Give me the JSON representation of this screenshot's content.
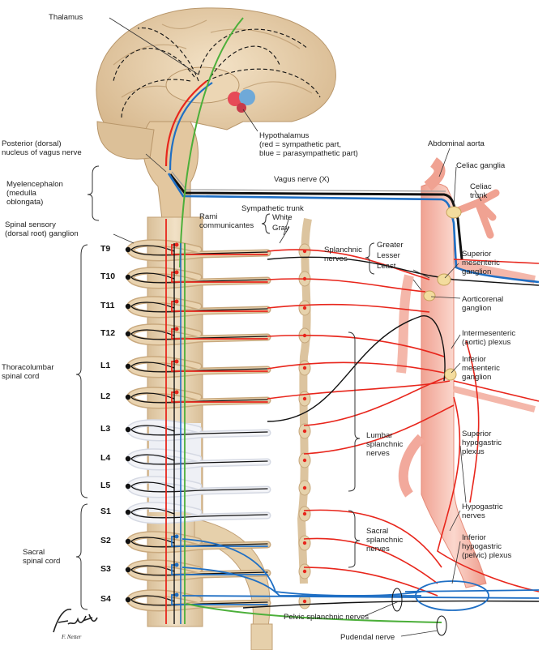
{
  "labels": {
    "thalamus": "Thalamus",
    "hypothalamus": "Hypothalamus\n(red = sympathetic part,\nblue = parasympathetic part)",
    "posterior_nucleus": "Posterior (dorsal)\nnucleus of vagus nerve",
    "abdominal_aorta": "Abdominal aorta",
    "celiac_ganglia": "Celiac ganglia",
    "celiac_trunk": "Celiac\ntrunk",
    "myelencephalon": "Myelencephalon\n(medulla\noblongata)",
    "vagus": "Vagus nerve (X)",
    "sympathetic_trunk": "Sympathetic trunk",
    "rami": "Rami\ncommunicantes",
    "white": "White",
    "gray": "Gray",
    "spinal_sensory": "Spinal sensory\n(dorsal root) ganglion",
    "splanchnic": "Splanchnic\nnerves",
    "greater": "Greater",
    "lesser": "Lesser",
    "least": "Least",
    "superior_mesenteric": "Superior\nmesenteric\nganglion",
    "aorticorenal": "Aorticorenal\nganglion",
    "intermesenteric": "Intermesenteric\n(aortic) plexus",
    "inferior_mesenteric": "Inferior\nmesenteric\nganglion",
    "thoracolumbar": "Thoracolumbar\nspinal cord",
    "lumbar_splanchnic": "Lumbar\nsplanchnic\nnerves",
    "superior_hypogastric": "Superior\nhypogastric\nplexus",
    "hypogastric_nerves": "Hypogastric\nnerves",
    "sacral_splanchnic": "Sacral\nsplanchnic\nnerves",
    "inferior_hypogastric": "Inferior\nhypogastric\n(pelvic) plexus",
    "sacral_cord": "Sacral\nspinal cord",
    "pelvic_splanchnic": "Pelvic splanchnic nerves",
    "pudendal": "Pudendal nerve",
    "signature": "F. Netter"
  },
  "segments": [
    "T9",
    "T10",
    "T11",
    "T12",
    "L1",
    "L2",
    "L3",
    "L4",
    "L5",
    "S1",
    "S2",
    "S3",
    "S4"
  ],
  "colors": {
    "sympathetic": "#e8261c",
    "parasympathetic": "#1f6fc4",
    "somatic_motor": "#4caf3a",
    "sensory": "#111111",
    "tissue": "#e9d3b0",
    "tissue_dark": "#c9a97e",
    "aorta": "#f2a99c",
    "brain": "#e6cba3"
  },
  "icons": [
    "signature-mark"
  ]
}
